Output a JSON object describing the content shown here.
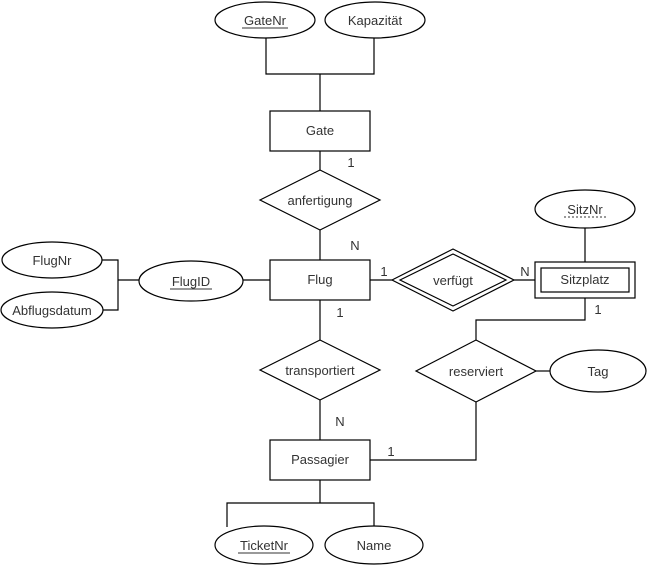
{
  "diagram": {
    "kind": "entity-relationship-diagram",
    "colors": {
      "background": "#ffffff",
      "stroke": "#000000",
      "text": "#333333"
    },
    "entities": [
      {
        "label": "Gate",
        "weak": false
      },
      {
        "label": "Flug",
        "weak": false
      },
      {
        "label": "Sitzplatz",
        "weak": true
      },
      {
        "label": "Passagier",
        "weak": false
      }
    ],
    "relationships": [
      {
        "label": "anfertigung",
        "weak": false
      },
      {
        "label": "verfügt",
        "weak": true
      },
      {
        "label": "transportiert",
        "weak": false
      },
      {
        "label": "reserviert",
        "weak": false
      }
    ],
    "attributes": [
      {
        "label": "GateNr",
        "key": "primary"
      },
      {
        "label": "Kapazität",
        "key": "none"
      },
      {
        "label": "FlugNr",
        "key": "none"
      },
      {
        "label": "Abflugsdatum",
        "key": "none"
      },
      {
        "label": "FlugID",
        "key": "primary"
      },
      {
        "label": "SitzNr",
        "key": "partial"
      },
      {
        "label": "Tag",
        "key": "none"
      },
      {
        "label": "TicketNr",
        "key": "primary"
      },
      {
        "label": "Name",
        "key": "none"
      }
    ],
    "cardinalities": {
      "gate_anfertigung": "1",
      "anfertigung_flug": "N",
      "flug_verfuegt": "1",
      "verfuegt_sitzplatz": "N",
      "flug_transportiert": "1",
      "transportiert_passagier": "N",
      "sitzplatz_reserviert": "1",
      "passagier_reserviert": "1"
    }
  }
}
